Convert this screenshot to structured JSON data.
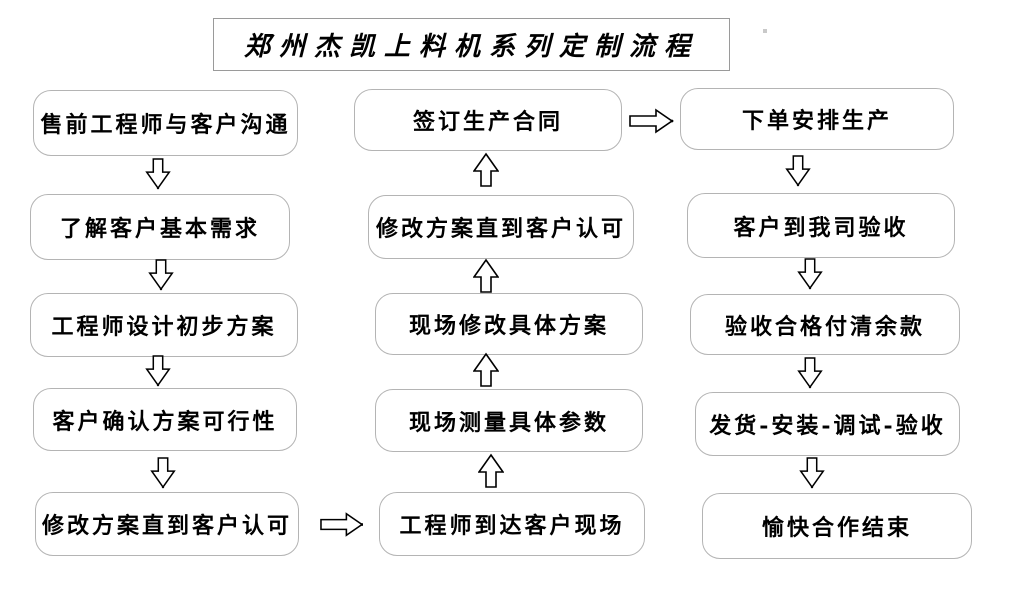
{
  "title": "郑州杰凯上料机系列定制流程",
  "flow": {
    "left": {
      "direction": "top-to-bottom",
      "steps": [
        "售前工程师与客户沟通",
        "了解客户基本需求",
        "工程师设计初步方案",
        "客户确认方案可行性",
        "修改方案直到客户认可"
      ]
    },
    "middle": {
      "direction": "bottom-to-top",
      "steps": [
        "签订生产合同",
        "修改方案直到客户认可",
        "现场修改具体方案",
        "现场测量具体参数",
        "工程师到达客户现场"
      ]
    },
    "right": {
      "direction": "top-to-bottom",
      "steps": [
        "下单安排生产",
        "客户到我司验收",
        "验收合格付清余款",
        "发货-安装-调试-验收",
        "愉快合作结束"
      ]
    }
  },
  "connectors": {
    "left_column_arrows": "hollow-down-arrow",
    "middle_column_arrows": "hollow-up-arrow",
    "right_column_arrows": "hollow-down-arrow",
    "left_to_middle": "修改方案直到客户认可 → 工程师到达客户现场",
    "middle_to_right": "签订生产合同 → 下单安排生产"
  },
  "colors": {
    "background": "#ffffff",
    "box_fill": "#ffffff",
    "box_border": "#b4b4b4",
    "title_border": "#9a9a9a",
    "text": "#000000",
    "arrow_outline": "#000000",
    "arrow_fill": "#ffffff"
  }
}
